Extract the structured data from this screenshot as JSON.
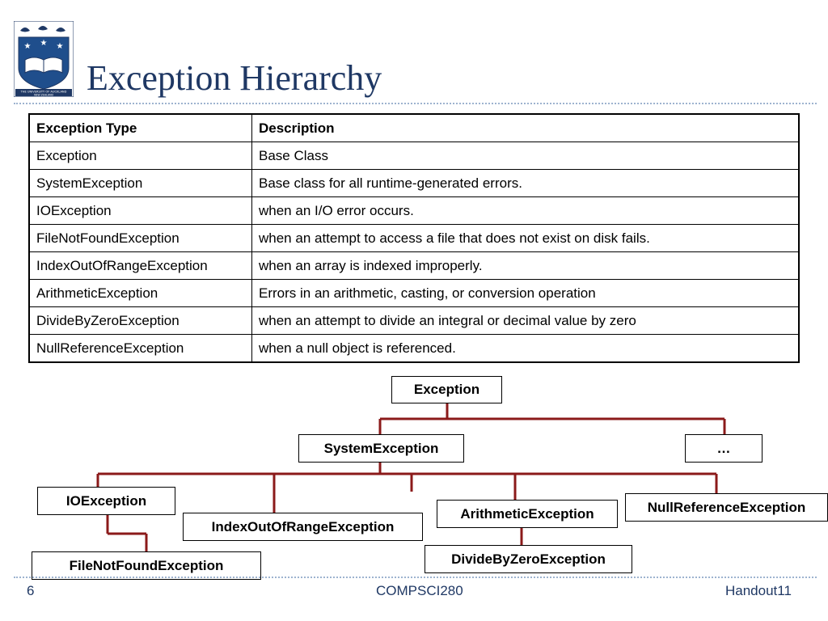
{
  "logo": {
    "name": "university-crest",
    "caption_lines": [
      "THE UNIVERSITY OF AUCKLAND",
      "NEW ZEALAND"
    ]
  },
  "title": "Exception Hierarchy",
  "table": {
    "headers": [
      "Exception Type",
      "Description"
    ],
    "rows": [
      [
        "Exception",
        "Base Class"
      ],
      [
        "SystemException",
        "Base class for all runtime-generated errors."
      ],
      [
        "IOException",
        "when an I/O error occurs."
      ],
      [
        "FileNotFoundException",
        "when an attempt to access a file that does not exist on disk fails."
      ],
      [
        "IndexOutOfRangeException",
        "when an array is indexed improperly."
      ],
      [
        "ArithmeticException",
        "Errors in an arithmetic, casting, or conversion operation"
      ],
      [
        "DivideByZeroException",
        "when an attempt to divide an integral or decimal value by zero"
      ],
      [
        "NullReferenceException",
        "when a null object is referenced."
      ]
    ]
  },
  "tree": {
    "line_color": "#8b1a1a",
    "nodes": {
      "exception": "Exception",
      "system": "SystemException",
      "ellipsis": "…",
      "io": "IOException",
      "index": "IndexOutOfRangeException",
      "arith": "ArithmeticException",
      "nullref": "NullReferenceException",
      "filenotfound": "FileNotFoundException",
      "dividebyzero": "DivideByZeroException"
    }
  },
  "footer": {
    "page": "6",
    "course": "COMPSCI280",
    "handout": "Handout11"
  }
}
